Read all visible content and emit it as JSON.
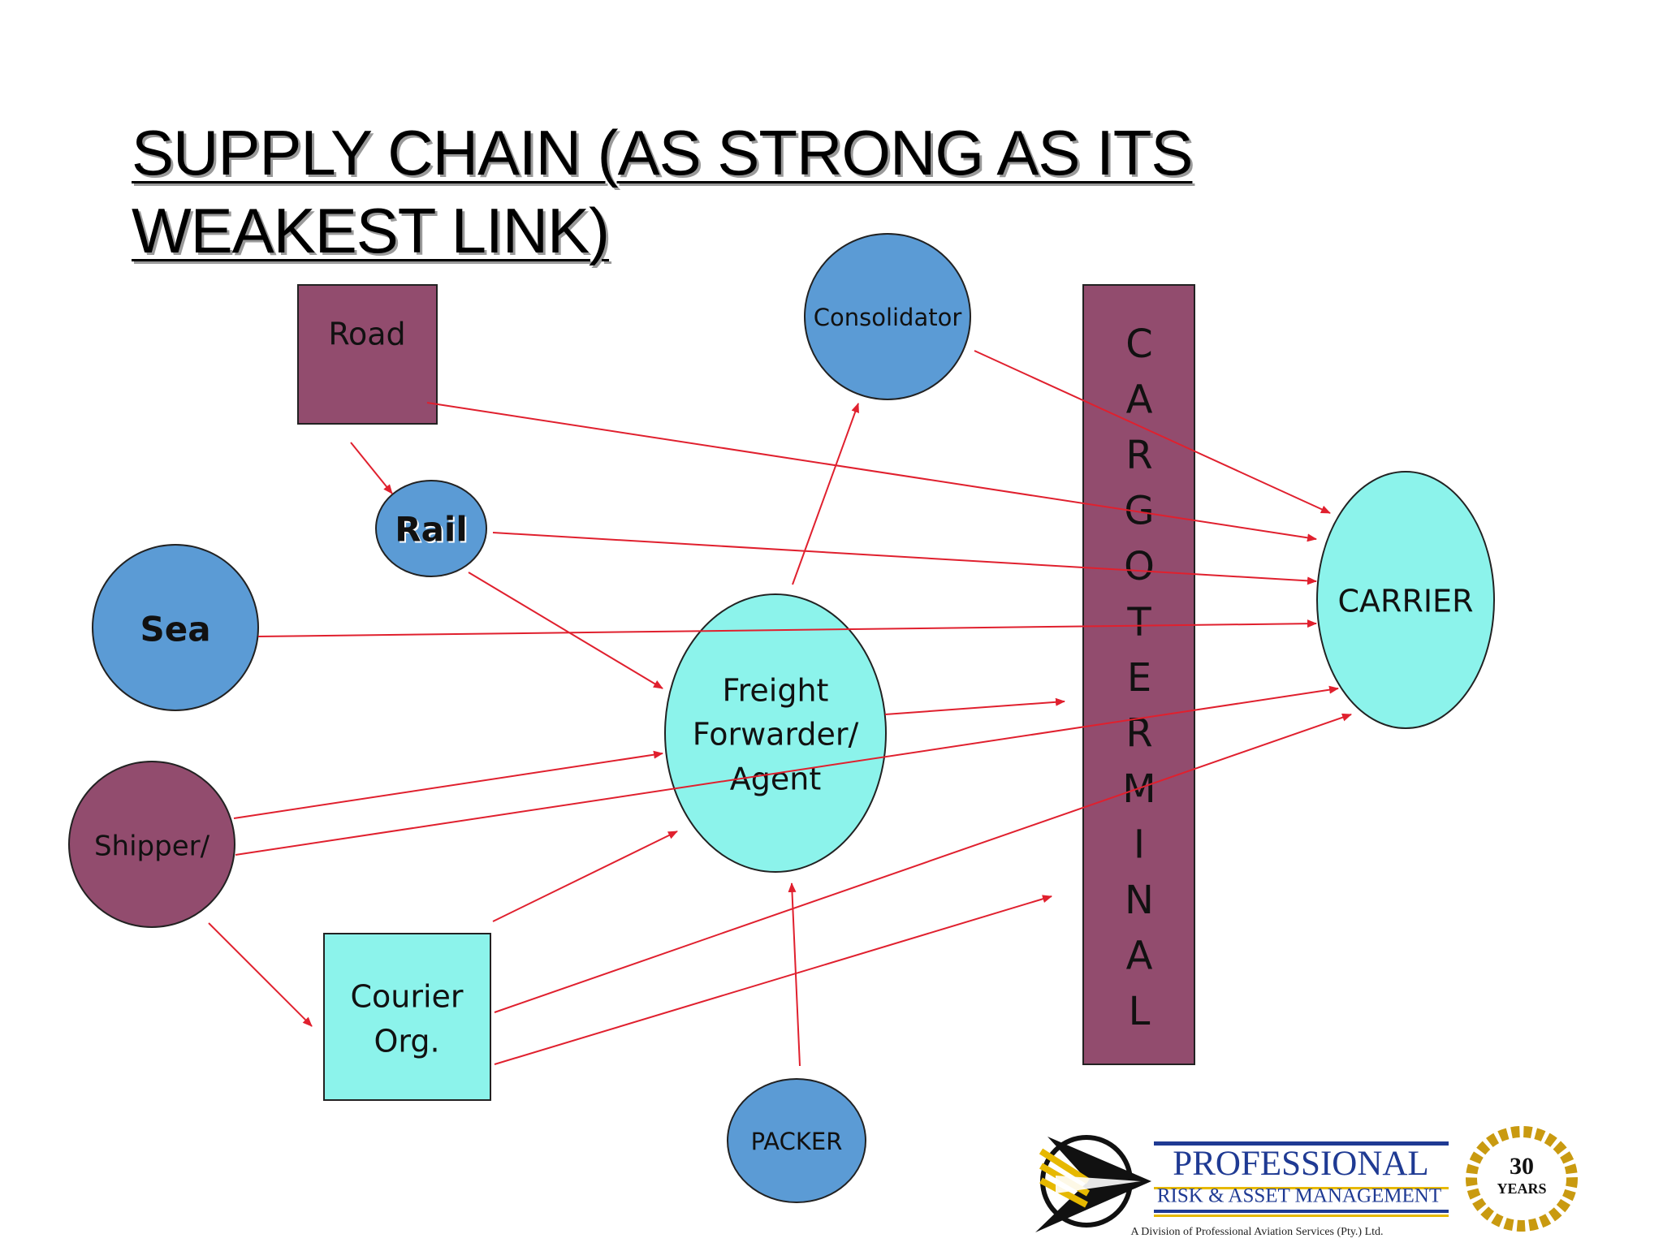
{
  "title": {
    "line1": "SUPPLY CHAIN (AS STRONG AS ITS",
    "line2": "WEAKEST LINK)"
  },
  "nodes": {
    "road": "Road",
    "rail": "Rail",
    "sea": "Sea",
    "shipper": "Shipper/",
    "courier_line1": "Courier",
    "courier_line2": "Org.",
    "consolidator": "Consolidator",
    "freight_line1": "Freight",
    "freight_line2": "Forwarder/",
    "freight_line3": "Agent",
    "packer": "PACKER",
    "carrier": "CARRIER",
    "cargo_terminal_letters": [
      "C",
      "A",
      "R",
      "G",
      "O",
      "T",
      "E",
      "R",
      "M",
      "I",
      "N",
      "A",
      "L"
    ]
  },
  "logo": {
    "company": "PROFESSIONAL",
    "subtitle": "RISK & ASSET MANAGEMENT",
    "division": "A Division of Professional Aviation Services (Pty.) Ltd.",
    "badge_number": "30",
    "badge_word": "YEARS"
  },
  "colors": {
    "purple": "#924C6E",
    "blue": "#5B9BD5",
    "cyan": "#8CF3EB",
    "arrow": "#E0202E",
    "gold": "#D4A017",
    "navy": "#1F3A93"
  }
}
